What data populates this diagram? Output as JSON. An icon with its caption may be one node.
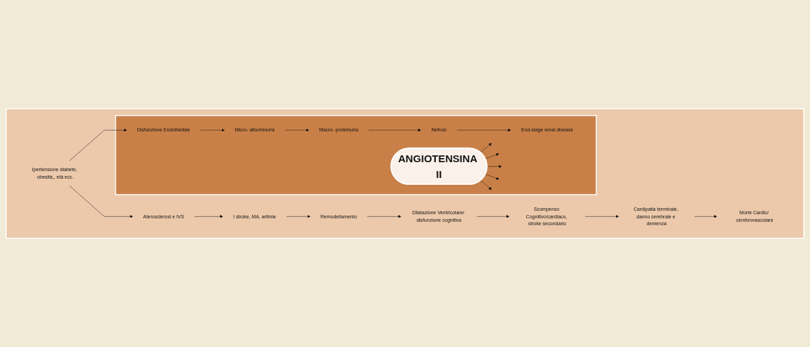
{
  "diagram": {
    "nodes": [
      {
        "text": [],
        "shape": "band"
      },
      {
        "text": [
          "Ipertensione diabete, obesità,, età ecc."
        ],
        "in": 0
      },
      {
        "text": [
          "Aterosclerosi e IVS"
        ],
        "in": 0
      },
      {
        "text": [
          "I stroke, MA, aritmie"
        ],
        "in": 0
      },
      {
        "text": [
          "Remodellamento"
        ],
        "in": 0
      },
      {
        "text": [
          "Dilatazione Ventricolare/ disfunzione cognitiva"
        ],
        "in": 0
      },
      {
        "text": [
          "Scompenso Cognitivo/cardiaco, stroke secondario"
        ],
        "in": 0
      },
      {
        "text": [
          "Cardipatia terminale, danno cerebrale e demenza"
        ],
        "in": 0
      },
      {
        "text": [
          "Morte Cardlo/ cerebrovascolare"
        ],
        "in": 0
      },
      {
        "text": [],
        "shape": "band",
        "in": 0
      },
      {
        "text": [
          "Disfunzione Endotheliale"
        ],
        "in": 9
      },
      {
        "text": [
          "Micro- albuminuria"
        ],
        "in": 9
      },
      {
        "text": [
          "Macro- proteinuria"
        ],
        "in": 9
      },
      {
        "text": [
          "Nefrosl"
        ],
        "in": 9
      },
      {
        "text": [
          "End-stage renal disease"
        ],
        "in": 9
      },
      {
        "text": [
          "ANGIOTENSINA II"
        ],
        "in": 9
      }
    ],
    "edges": [
      {
        "from": 1,
        "to": 2,
        "arrow": "to"
      },
      {
        "from": 2,
        "to": 3,
        "arrow": "to"
      },
      {
        "from": 3,
        "to": 4,
        "arrow": "to"
      },
      {
        "from": 4,
        "to": 5,
        "arrow": "to"
      },
      {
        "from": 5,
        "to": 6,
        "arrow": "to"
      },
      {
        "from": 6,
        "to": 7,
        "arrow": "to"
      },
      {
        "from": 7,
        "to": 8,
        "arrow": "to"
      },
      {
        "from": 1,
        "to": 10,
        "arrow": "to"
      },
      {
        "from": 10,
        "to": 11,
        "arrow": "to"
      },
      {
        "from": 11,
        "to": 12,
        "arrow": "to"
      },
      {
        "from": 12,
        "to": 13,
        "arrow": "to"
      },
      {
        "from": 13,
        "to": 14,
        "arrow": "to"
      },
      {
        "from": 15,
        "to": null,
        "arrow": "to"
      },
      {
        "from": 15,
        "to": null,
        "arrow": "to"
      },
      {
        "from": 15,
        "to": null,
        "arrow": "to"
      },
      {
        "from": 15,
        "to": null,
        "arrow": "to"
      },
      {
        "from": 15,
        "to": null,
        "arrow": "to"
      }
    ]
  }
}
